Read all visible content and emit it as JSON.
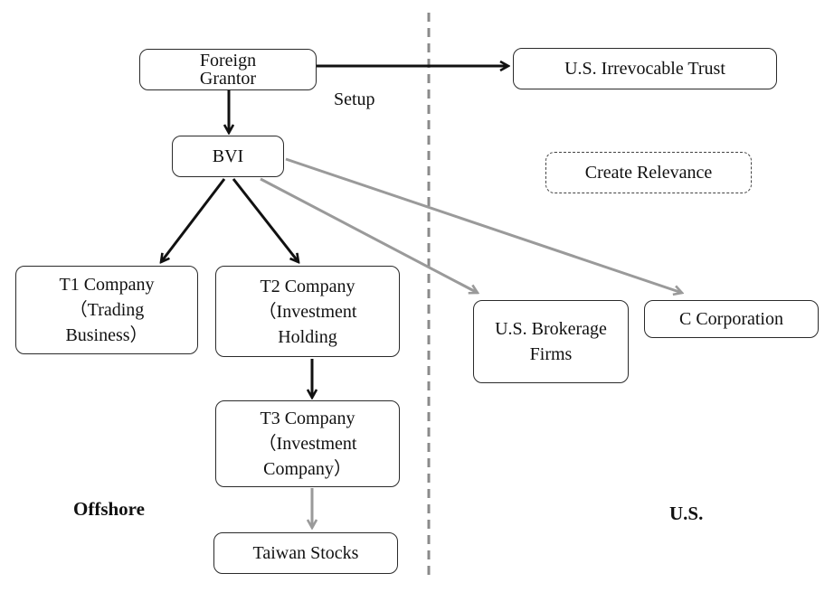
{
  "nodes": {
    "foreign_grantor": "Foreign\nGrantor",
    "us_trust": "U.S. Irrevocable Trust",
    "bvi": "BVI",
    "create_relevance": "Create Relevance",
    "t1": "T1 Company\n（Trading\nBusiness）",
    "t2": "T2 Company\n（Investment\nHolding",
    "t3": "T3 Company\n（Investment\nCompany）",
    "taiwan_stocks": "Taiwan Stocks",
    "us_brokerage": "U.S. Brokerage\nFirms",
    "c_corp": "C Corporation"
  },
  "labels": {
    "setup": "Setup",
    "offshore": "Offshore",
    "us": "U.S."
  },
  "colors": {
    "primary_arrow": "#111111",
    "secondary_arrow": "#9a9a9a",
    "divider": "#8a8a8a"
  }
}
